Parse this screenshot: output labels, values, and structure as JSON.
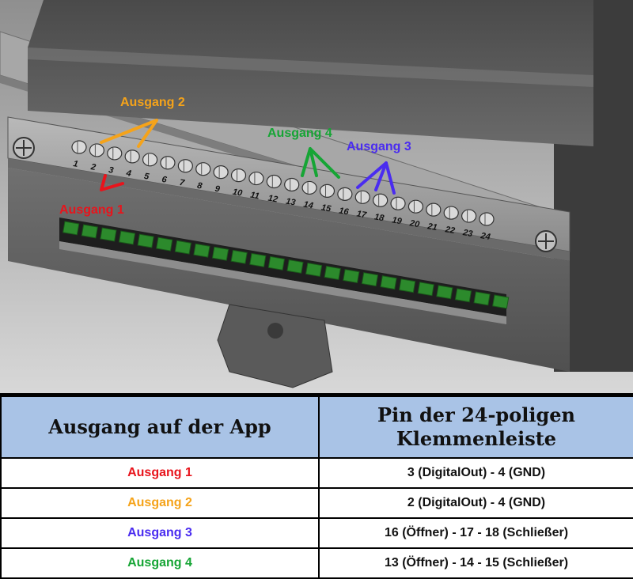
{
  "figure": {
    "pin_numbers": [
      "1",
      "2",
      "3",
      "4",
      "5",
      "6",
      "7",
      "8",
      "9",
      "10",
      "11",
      "12",
      "13",
      "14",
      "15",
      "16",
      "17",
      "18",
      "19",
      "20",
      "21",
      "22",
      "23",
      "24"
    ],
    "arrows": [
      {
        "label": "Ausgang 2",
        "color": "#f5a31a"
      },
      {
        "label": "Ausgang 1",
        "color": "#e8141c"
      },
      {
        "label": "Ausgang 4",
        "color": "#16a535"
      },
      {
        "label": "Ausgang 3",
        "color": "#4a2cf0"
      }
    ]
  },
  "table": {
    "headers": [
      "Ausgang auf der App",
      "Pin der 24-poligen Klemmenleiste"
    ],
    "rows": [
      {
        "output": "Ausgang 1",
        "color": "#e8141c",
        "pins": "3 (DigitalOut) - 4 (GND)"
      },
      {
        "output": "Ausgang 2",
        "color": "#f5a31a",
        "pins": "2 (DigitalOut) - 4 (GND)"
      },
      {
        "output": "Ausgang 3",
        "color": "#4a2cf0",
        "pins": "16 (Öffner) - 17 - 18 (Schließer)"
      },
      {
        "output": "Ausgang 4",
        "color": "#16a535",
        "pins": "13 (Öffner) - 14 - 15 (Schließer)"
      }
    ]
  }
}
